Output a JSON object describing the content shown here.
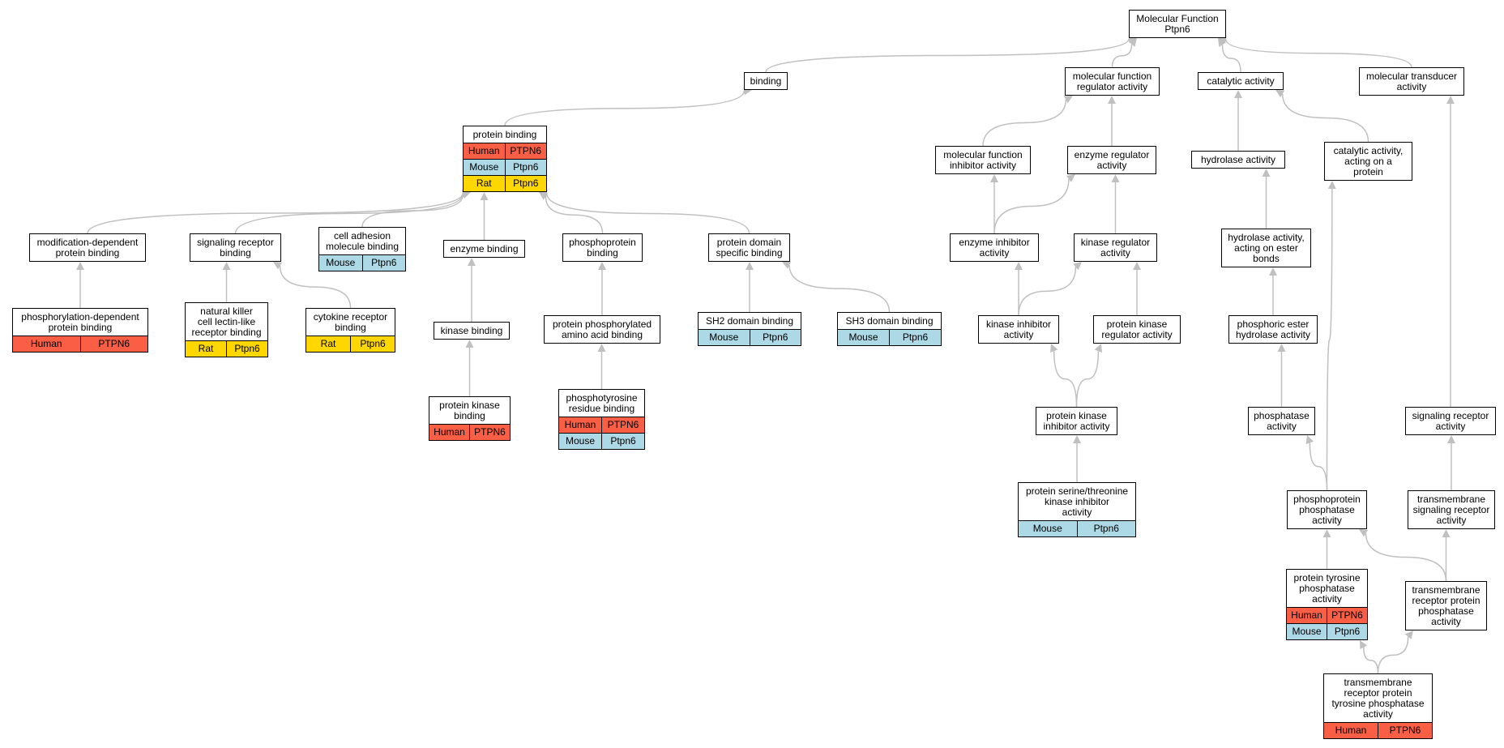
{
  "nodes": [
    {
      "id": "mf",
      "label": "Molecular Function\nPtpn6"
    },
    {
      "id": "binding",
      "label": "binding"
    },
    {
      "id": "mfra",
      "label": "molecular function\nregulator activity"
    },
    {
      "id": "cat",
      "label": "catalytic activity"
    },
    {
      "id": "mta",
      "label": "molecular transducer\nactivity"
    },
    {
      "id": "pb",
      "label": "protein binding",
      "rows": [
        {
          "sp": "Human",
          "gene": "PTPN6"
        },
        {
          "sp": "Mouse",
          "gene": "Ptpn6"
        },
        {
          "sp": "Rat",
          "gene": "Ptpn6"
        }
      ]
    },
    {
      "id": "mfia",
      "label": "molecular function\ninhibitor activity"
    },
    {
      "id": "era",
      "label": "enzyme regulator\nactivity"
    },
    {
      "id": "hyd",
      "label": "hydrolase activity"
    },
    {
      "id": "catprot",
      "label": "catalytic activity,\nacting on a\nprotein"
    },
    {
      "id": "moddep",
      "label": "modification-dependent\nprotein binding"
    },
    {
      "id": "srb",
      "label": "signaling receptor\nbinding"
    },
    {
      "id": "cell",
      "label": "cell adhesion\nmolecule binding",
      "rows": [
        {
          "sp": "Mouse",
          "gene": "Ptpn6"
        }
      ]
    },
    {
      "id": "enzb",
      "label": "enzyme binding"
    },
    {
      "id": "ppb",
      "label": "phosphoprotein\nbinding"
    },
    {
      "id": "pdsb",
      "label": "protein domain\nspecific binding"
    },
    {
      "id": "eia",
      "label": "enzyme inhibitor\nactivity"
    },
    {
      "id": "kra",
      "label": "kinase regulator\nactivity"
    },
    {
      "id": "hydester",
      "label": "hydrolase activity,\nacting on ester\nbonds"
    },
    {
      "id": "phosdep",
      "label": "phosphorylation-dependent\nprotein binding",
      "rows": [
        {
          "sp": "Human",
          "gene": "PTPN6"
        }
      ]
    },
    {
      "id": "nk",
      "label": "natural killer\ncell lectin-like\nreceptor binding",
      "rows": [
        {
          "sp": "Rat",
          "gene": "Ptpn6"
        }
      ]
    },
    {
      "id": "cyt",
      "label": "cytokine receptor\nbinding",
      "rows": [
        {
          "sp": "Rat",
          "gene": "Ptpn6"
        }
      ]
    },
    {
      "id": "kb",
      "label": "kinase binding"
    },
    {
      "id": "ppaa",
      "label": "protein phosphorylated\namino acid binding"
    },
    {
      "id": "sh2",
      "label": "SH2 domain binding",
      "rows": [
        {
          "sp": "Mouse",
          "gene": "Ptpn6"
        }
      ]
    },
    {
      "id": "sh3",
      "label": "SH3 domain binding",
      "rows": [
        {
          "sp": "Mouse",
          "gene": "Ptpn6"
        }
      ]
    },
    {
      "id": "kia",
      "label": "kinase inhibitor\nactivity"
    },
    {
      "id": "pkra",
      "label": "protein kinase\nregulator activity"
    },
    {
      "id": "phesterhyd",
      "label": "phosphoric ester\nhydrolase activity"
    },
    {
      "id": "pkb",
      "label": "protein kinase\nbinding",
      "rows": [
        {
          "sp": "Human",
          "gene": "PTPN6"
        }
      ]
    },
    {
      "id": "ptyr",
      "label": "phosphotyrosine\nresidue binding",
      "rows": [
        {
          "sp": "Human",
          "gene": "PTPN6"
        },
        {
          "sp": "Mouse",
          "gene": "Ptpn6"
        }
      ]
    },
    {
      "id": "pkia",
      "label": "protein kinase\ninhibitor activity"
    },
    {
      "id": "phosph",
      "label": "phosphatase\nactivity"
    },
    {
      "id": "sra",
      "label": "signaling receptor\nactivity"
    },
    {
      "id": "pstkia",
      "label": "protein serine/threonine\nkinase inhibitor\nactivity",
      "rows": [
        {
          "sp": "Mouse",
          "gene": "Ptpn6"
        }
      ]
    },
    {
      "id": "ppp",
      "label": "phosphoprotein\nphosphatase\nactivity"
    },
    {
      "id": "tmsra",
      "label": "transmembrane\nsignaling receptor\nactivity"
    },
    {
      "id": "ptpa",
      "label": "protein tyrosine\nphosphatase\nactivity",
      "rows": [
        {
          "sp": "Human",
          "gene": "PTPN6"
        },
        {
          "sp": "Mouse",
          "gene": "Ptpn6"
        }
      ]
    },
    {
      "id": "tmrpp",
      "label": "transmembrane\nreceptor protein\nphosphatase\nactivity"
    },
    {
      "id": "tmrptp",
      "label": "transmembrane\nreceptor protein\ntyrosine phosphatase\nactivity",
      "rows": [
        {
          "sp": "Human",
          "gene": "PTPN6"
        }
      ]
    }
  ],
  "edges": [
    [
      "binding",
      "mf"
    ],
    [
      "mfra",
      "mf"
    ],
    [
      "cat",
      "mf"
    ],
    [
      "mta",
      "mf"
    ],
    [
      "pb",
      "binding"
    ],
    [
      "mfia",
      "mfra"
    ],
    [
      "era",
      "mfra"
    ],
    [
      "hyd",
      "cat"
    ],
    [
      "catprot",
      "cat"
    ],
    [
      "moddep",
      "pb"
    ],
    [
      "srb",
      "pb"
    ],
    [
      "cell",
      "pb"
    ],
    [
      "enzb",
      "pb"
    ],
    [
      "ppb",
      "pb"
    ],
    [
      "pdsb",
      "pb"
    ],
    [
      "eia",
      "mfia"
    ],
    [
      "eia",
      "era"
    ],
    [
      "kra",
      "era"
    ],
    [
      "hydester",
      "hyd"
    ],
    [
      "phosdep",
      "moddep"
    ],
    [
      "nk",
      "srb"
    ],
    [
      "cyt",
      "srb"
    ],
    [
      "kb",
      "enzb"
    ],
    [
      "ppaa",
      "ppb"
    ],
    [
      "sh2",
      "pdsb"
    ],
    [
      "sh3",
      "pdsb"
    ],
    [
      "kia",
      "eia"
    ],
    [
      "kia",
      "kra"
    ],
    [
      "pkra",
      "kra"
    ],
    [
      "phesterhyd",
      "hydester"
    ],
    [
      "pkb",
      "kb"
    ],
    [
      "ptyr",
      "ppaa"
    ],
    [
      "pkia",
      "kia"
    ],
    [
      "pkia",
      "pkra"
    ],
    [
      "phosph",
      "phesterhyd"
    ],
    [
      "pstkia",
      "pkia"
    ],
    [
      "ppp",
      "phosph"
    ],
    [
      "ppp",
      "catprot"
    ],
    [
      "tmsra",
      "sra"
    ],
    [
      "sra",
      "mta"
    ],
    [
      "ptpa",
      "ppp"
    ],
    [
      "tmrpp",
      "ppp"
    ],
    [
      "tmrpp",
      "tmsra"
    ],
    [
      "tmrptp",
      "ptpa"
    ],
    [
      "tmrptp",
      "tmrpp"
    ]
  ],
  "colors": {
    "Human": "#fa5f46",
    "Mouse": "#add8e6",
    "Rat": "#ffd700",
    "edge": "#c0c0c0",
    "border": "#000000"
  }
}
